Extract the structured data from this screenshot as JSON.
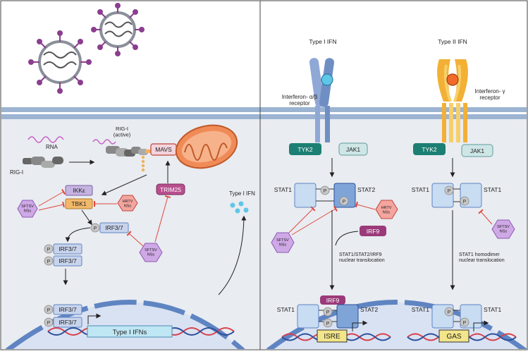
{
  "colors": {
    "cytoplasm": "#e9ecf1",
    "membrane": "#9cb4d2",
    "nucleus": "#d9e2f3",
    "nuclear_envelope": "#5f84c2",
    "inhibition": "#e0483c",
    "ns_hexagon": "#cfa8e6",
    "hrtv_hexagon": "#f3a59e",
    "trim25": "#b84f8e",
    "irf9": "#9b3a7a",
    "tyk2": "#1c7f73",
    "jak1": "#cfe6e6",
    "mitochondrion": "#f08b57",
    "ifn_dot": "#5fc7e6"
  },
  "left": {
    "rna_label": "RNA",
    "rigi_label": "RIG-I",
    "rigi_active_label": "RIG-I\n(active)",
    "mavs_label": "MAVS",
    "ikke_label": "IKKε",
    "tbk1_label": "TBK1",
    "trim25_label": "TRIM25",
    "irf37_label": "IRF3/7",
    "p_label": "P",
    "hrtv_ns_label": "HRTV\nNSs",
    "sftsv_ns_label": "SFTSV\nNSs",
    "type1_ifns_label": "Type I IFNs",
    "type1_ifn_label": "Type I IFN"
  },
  "middle": {
    "title": "Type I IFN",
    "receptor_label": "Interferon- α/β\nreceptor",
    "tyk2_label": "TYK2",
    "jak1_label": "JAK1",
    "stat1_label": "STAT1",
    "stat2_label": "STAT2",
    "irf9_label": "IRF9",
    "hrtv_ns_label": "HRTV\nNSs",
    "sftsv_ns_label": "SFTSV\nNSs",
    "translocation_label": "STAT1/STAT2/IRF9\nnuclear translocation",
    "isre_label": "ISRE"
  },
  "right": {
    "title": "Type II IFN",
    "receptor_label": "Interferon- γ\nreceptor",
    "tyk2_label": "TYK2",
    "jak1_label": "JAK1",
    "stat1_label": "STAT1",
    "sftsv_ns_label": "SFTSV\nNSs",
    "translocation_label": "STAT1 homodimer\nnuclear translocation",
    "gas_label": "GAS"
  }
}
